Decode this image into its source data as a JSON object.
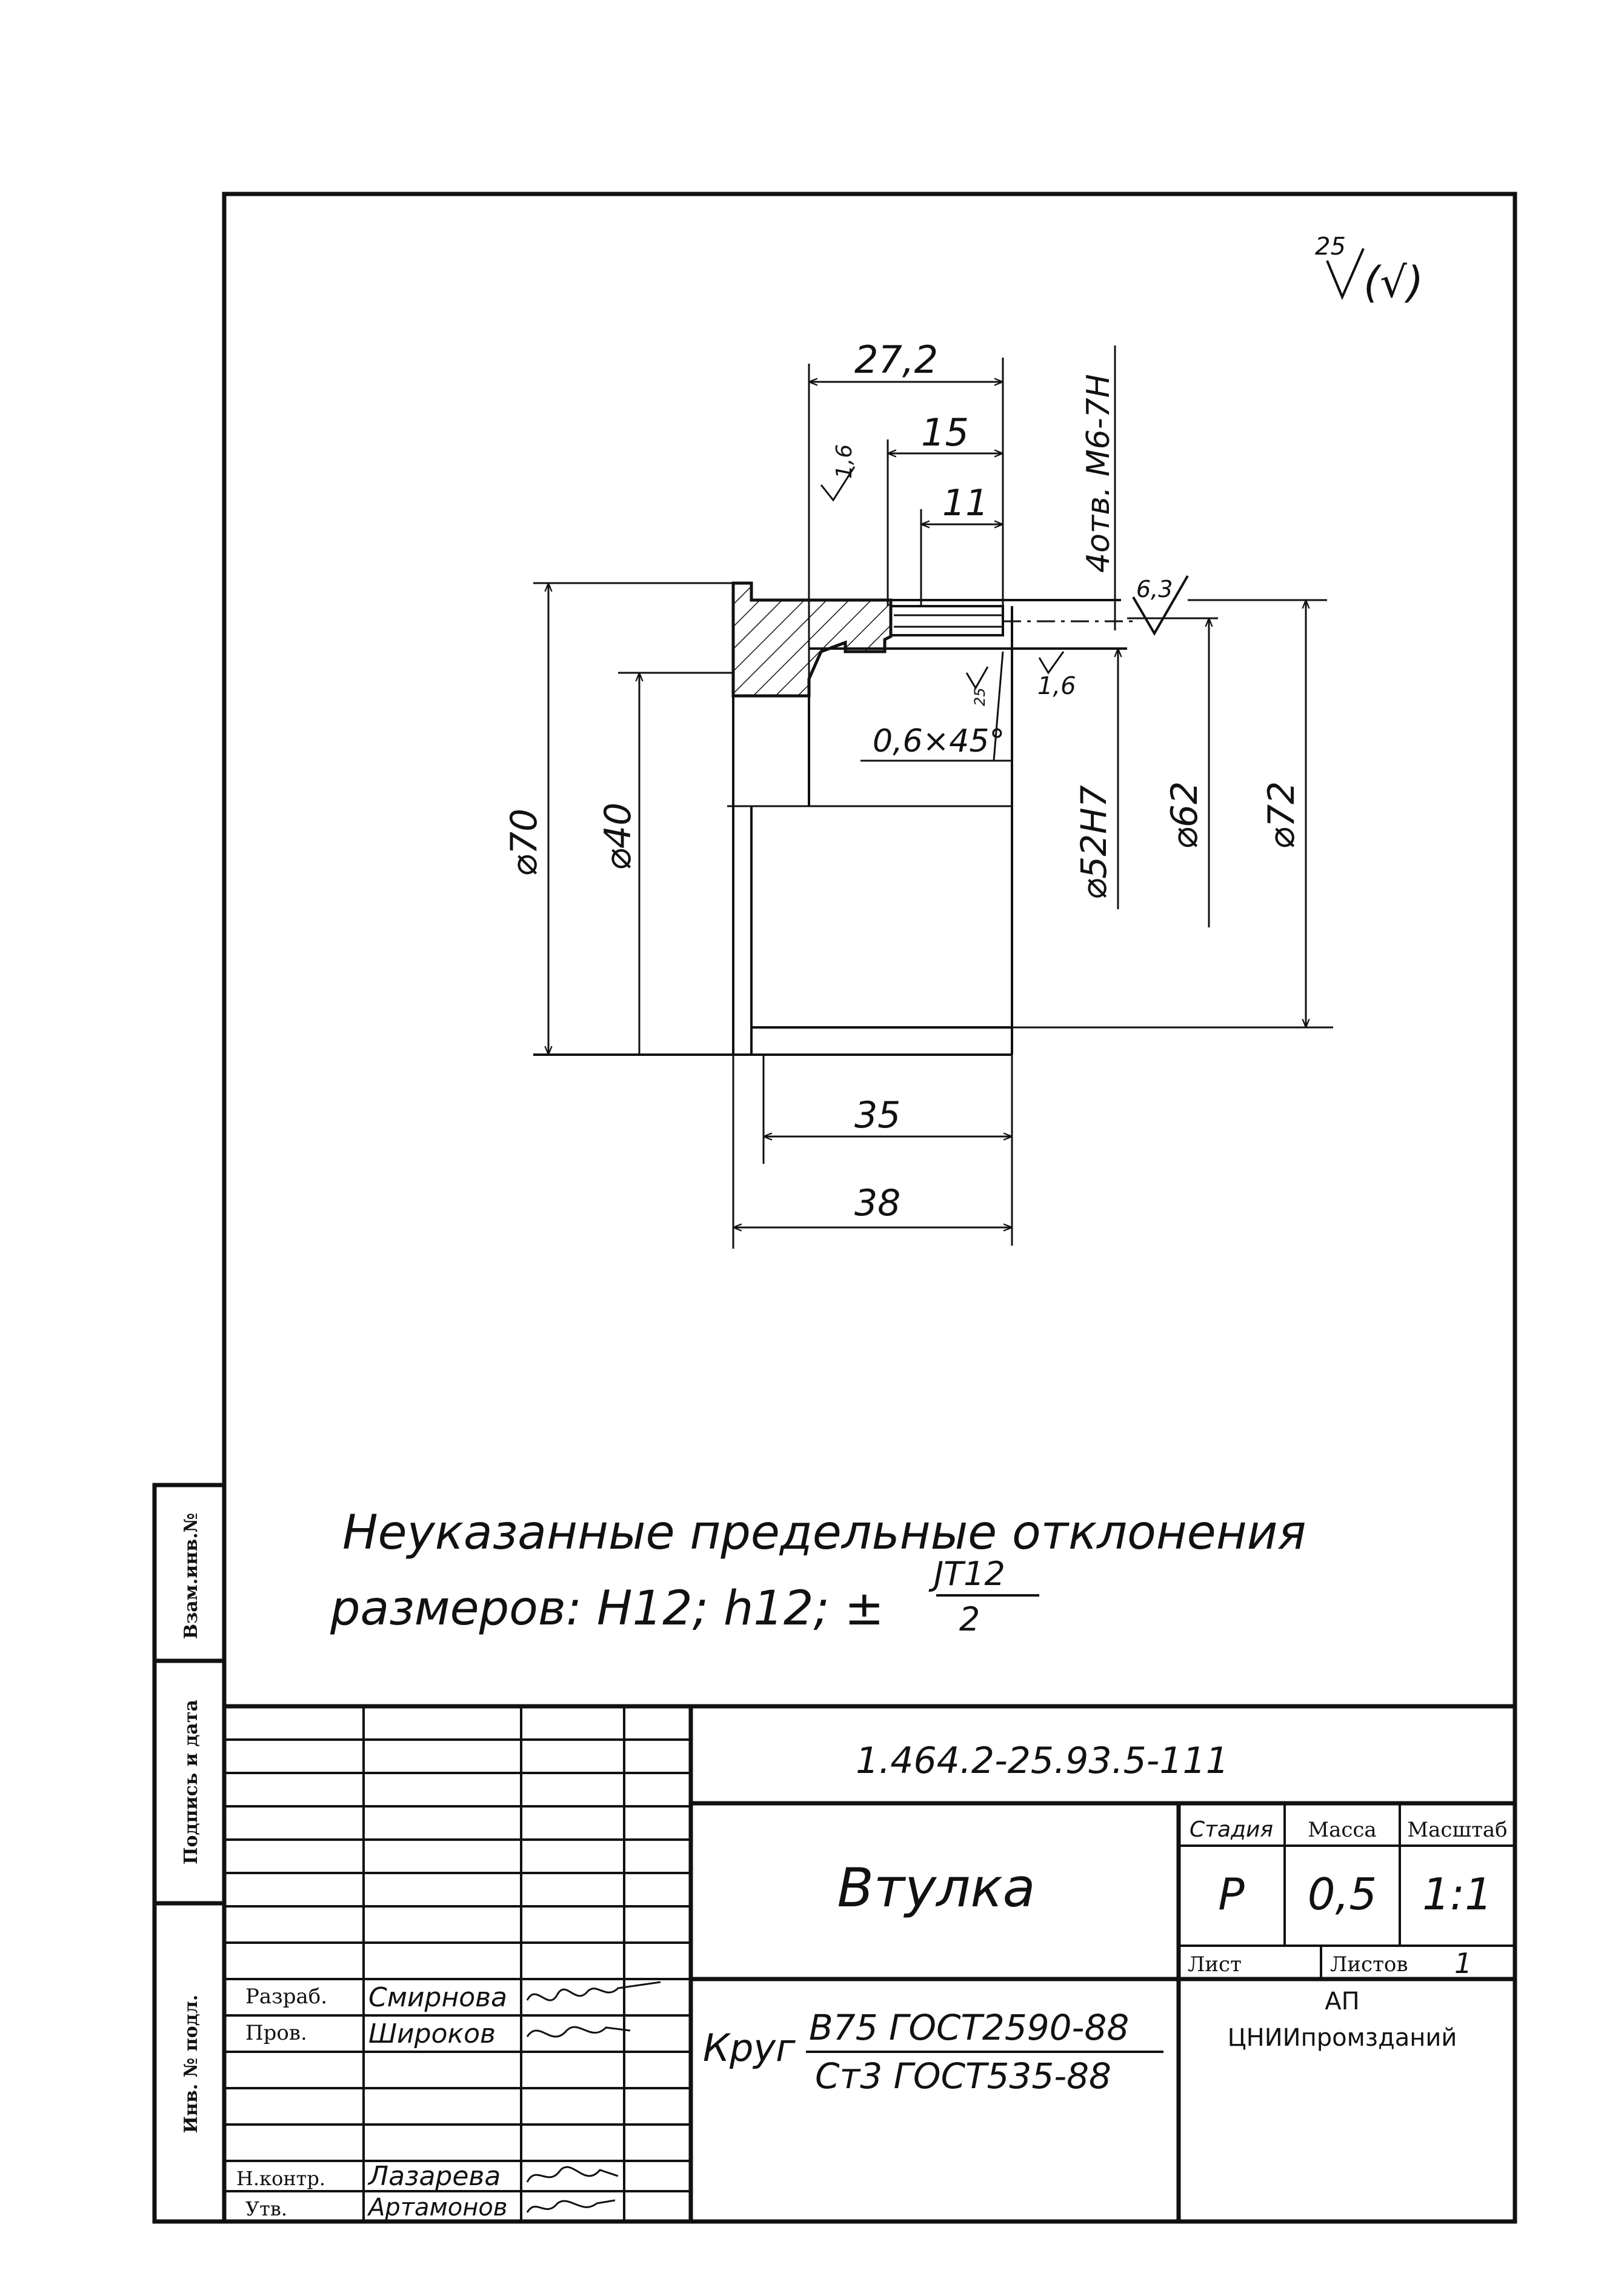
{
  "roughness": {
    "general": "25",
    "general_suffix": "(√)",
    "r_bore": "1,6",
    "r_face": "1,6",
    "r_chamfer": "25",
    "r_thread": "6,3"
  },
  "dimensions": {
    "d27_2": "27,2",
    "d15": "15",
    "d11": "11",
    "thread": "4отв. M6-7H",
    "chamfer": "0,6×45°",
    "dia70": "⌀70",
    "dia40": "⌀40",
    "dia52": "⌀52H7",
    "dia62": "⌀62",
    "dia72": "⌀72",
    "d35": "35",
    "d38": "38"
  },
  "note": {
    "line1": "Неуказанные предельные отклонения",
    "line2_prefix": "размеров: H12; h12; ±",
    "fraction_num": "JT12",
    "fraction_den": "2"
  },
  "margin_labels": {
    "inv_podl": "Инв. № подл.",
    "podpis_data": "Подпись и дата",
    "vzam_inv": "Взам.инв.№"
  },
  "title_block": {
    "doc_number": "1.464.2-25.93.5-111",
    "part_name": "Втулка",
    "stadia_label": "Стадия",
    "massa_label": "Масса",
    "masshtab_label": "Масштаб",
    "stadia": "Р",
    "massa": "0,5",
    "masshtab": "1:1",
    "list_label": "Лист",
    "listov_label": "Листов",
    "listov_value": "1",
    "org_line1": "АП",
    "org_line2": "ЦНИИпромзданий",
    "material_prefix": "Круг",
    "material_top": "В75 ГОСТ2590-88",
    "material_bottom": "Ст3 ГОСТ535-88",
    "roles": [
      {
        "role": "Разраб.",
        "name": "Смирнова"
      },
      {
        "role": "Пров.",
        "name": "Широков"
      },
      {
        "role": "Н.контр.",
        "name": "Лазарева"
      },
      {
        "role": "Утв.",
        "name": "Артамонов"
      }
    ]
  }
}
